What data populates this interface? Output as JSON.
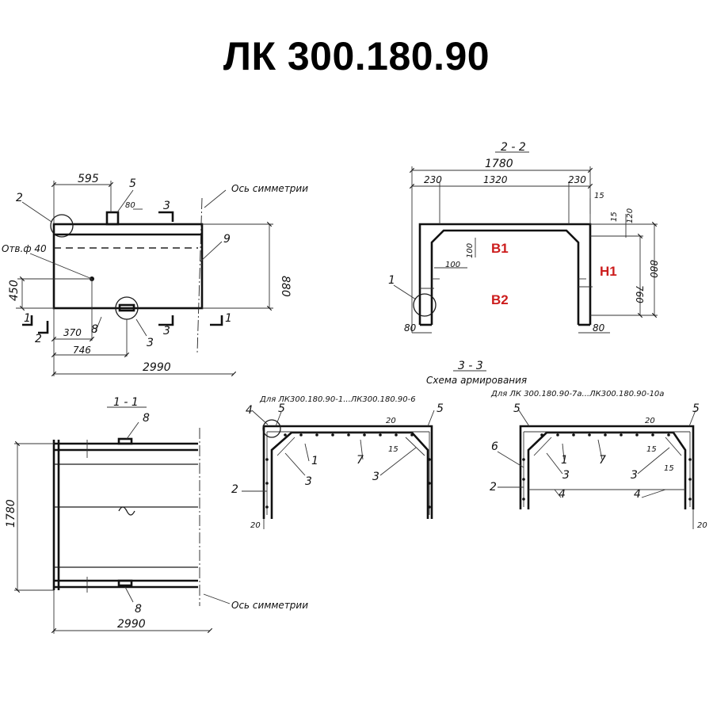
{
  "title": "ЛК 300.180.90",
  "facade": {
    "dim_595": "595",
    "dim_80": "80",
    "dim_880": "880",
    "dim_450": "450",
    "dim_370": "370",
    "dim_746": "746",
    "dim_2990": "2990",
    "hole_label": "Отв.ф 40",
    "axis_label": "Ось симметрии",
    "pos_2": "2",
    "pos_5": "5",
    "pos_9": "9",
    "pos_8": "8",
    "pos_3": "3",
    "cut_3_top": "3",
    "cut_3_bottom": "3",
    "cut_1_left": "1",
    "cut_1_right": "1",
    "cut_2_bottom": "2"
  },
  "section_22": {
    "label": "2 - 2",
    "dim_1780": "1780",
    "dim_230_left": "230",
    "dim_1320": "1320",
    "dim_230_right": "230",
    "dim_15_top": "15",
    "dim_15_side": "15",
    "dim_120": "120",
    "dim_100_a": "100",
    "dim_100_b": "100",
    "dim_760": "760",
    "dim_880": "880",
    "dim_80_left": "80",
    "dim_80_right": "80",
    "pos_1": "1",
    "mark_b1": "B1",
    "mark_b2": "B2",
    "mark_h1": "H1"
  },
  "section_11": {
    "label": "1 - 1",
    "dim_1780": "1780",
    "dim_2990": "2990",
    "pos_8_top": "8",
    "pos_8_bottom": "8",
    "axis_label": "Ось симметрии"
  },
  "section_33": {
    "label": "3 - 3",
    "subtitle": "Схема армирования",
    "left": {
      "caption": "Для ЛК300.180.90-1...ЛК300.180.90-6",
      "pos_4": "4",
      "pos_5a": "5",
      "pos_5b": "5",
      "pos_1": "1",
      "pos_3a": "3",
      "pos_3b": "3",
      "pos_7": "7",
      "pos_2": "2",
      "dim_20_top": "20",
      "dim_15": "15",
      "dim_20_bottom": "20"
    },
    "right": {
      "caption": "Для ЛК 300.180.90-7а...ЛК300.180.90-10а",
      "pos_5a": "5",
      "pos_5b": "5",
      "pos_6": "6",
      "pos_2": "2",
      "pos_1": "1",
      "pos_3a": "3",
      "pos_3b": "3",
      "pos_7": "7",
      "pos_4a": "4",
      "pos_4b": "4",
      "dim_20_top": "20",
      "dim_15_top": "15",
      "dim_15_side": "15",
      "dim_20_bottom": "20"
    }
  }
}
